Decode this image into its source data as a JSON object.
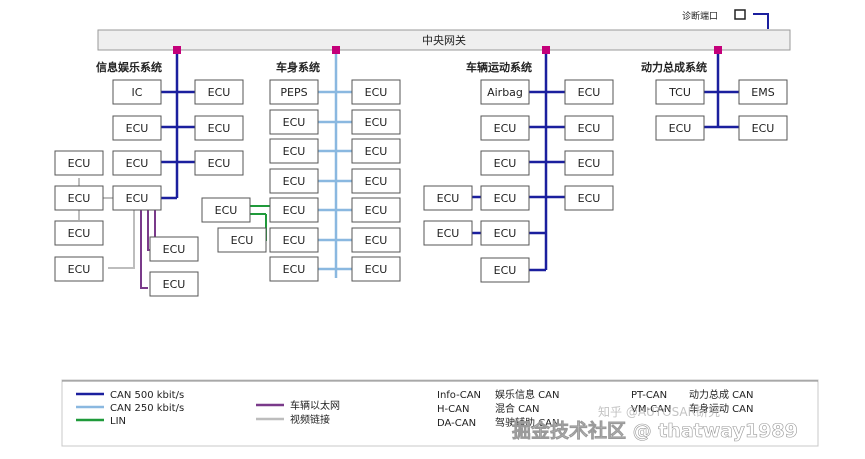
{
  "diag_port": "诊断端口",
  "gateway": "中央网关",
  "domains": {
    "infotainment": "信息娱乐系统",
    "body": "车身系统",
    "chassis": "车辆运动系统",
    "powertrain": "动力总成系统"
  },
  "nodes": {
    "ic": "IC",
    "peps": "PEPS",
    "airbag": "Airbag",
    "tcu": "TCU",
    "ems": "EMS",
    "ecu": "ECU"
  },
  "legend": {
    "can500": "CAN 500 kbit/s",
    "can250": "CAN 250 kbit/s",
    "lin": "LIN",
    "eth": "车辆以太网",
    "video": "视频链接",
    "abbr": [
      {
        "code": "Info-CAN",
        "desc": "娱乐信息 CAN"
      },
      {
        "code": "H-CAN",
        "desc": "混合 CAN"
      },
      {
        "code": "DA-CAN",
        "desc": "驾驶辅助 CAN"
      },
      {
        "code": "PT-CAN",
        "desc": "动力总成 CAN"
      },
      {
        "code": "VM-CAN",
        "desc": "车身运动 CAN"
      }
    ]
  },
  "watermark": "掘金技术社区 @ thatway1989",
  "watermark2": "知乎 @AUTOSAR研究",
  "colors": {
    "can500": "#1b1f9e",
    "can250": "#8ab8e0",
    "lin": "#1f9a3a",
    "eth": "#7a3a8a",
    "video": "#bdbdbd",
    "gateway_fill": "#efefef",
    "node_port": "#c4007a"
  }
}
